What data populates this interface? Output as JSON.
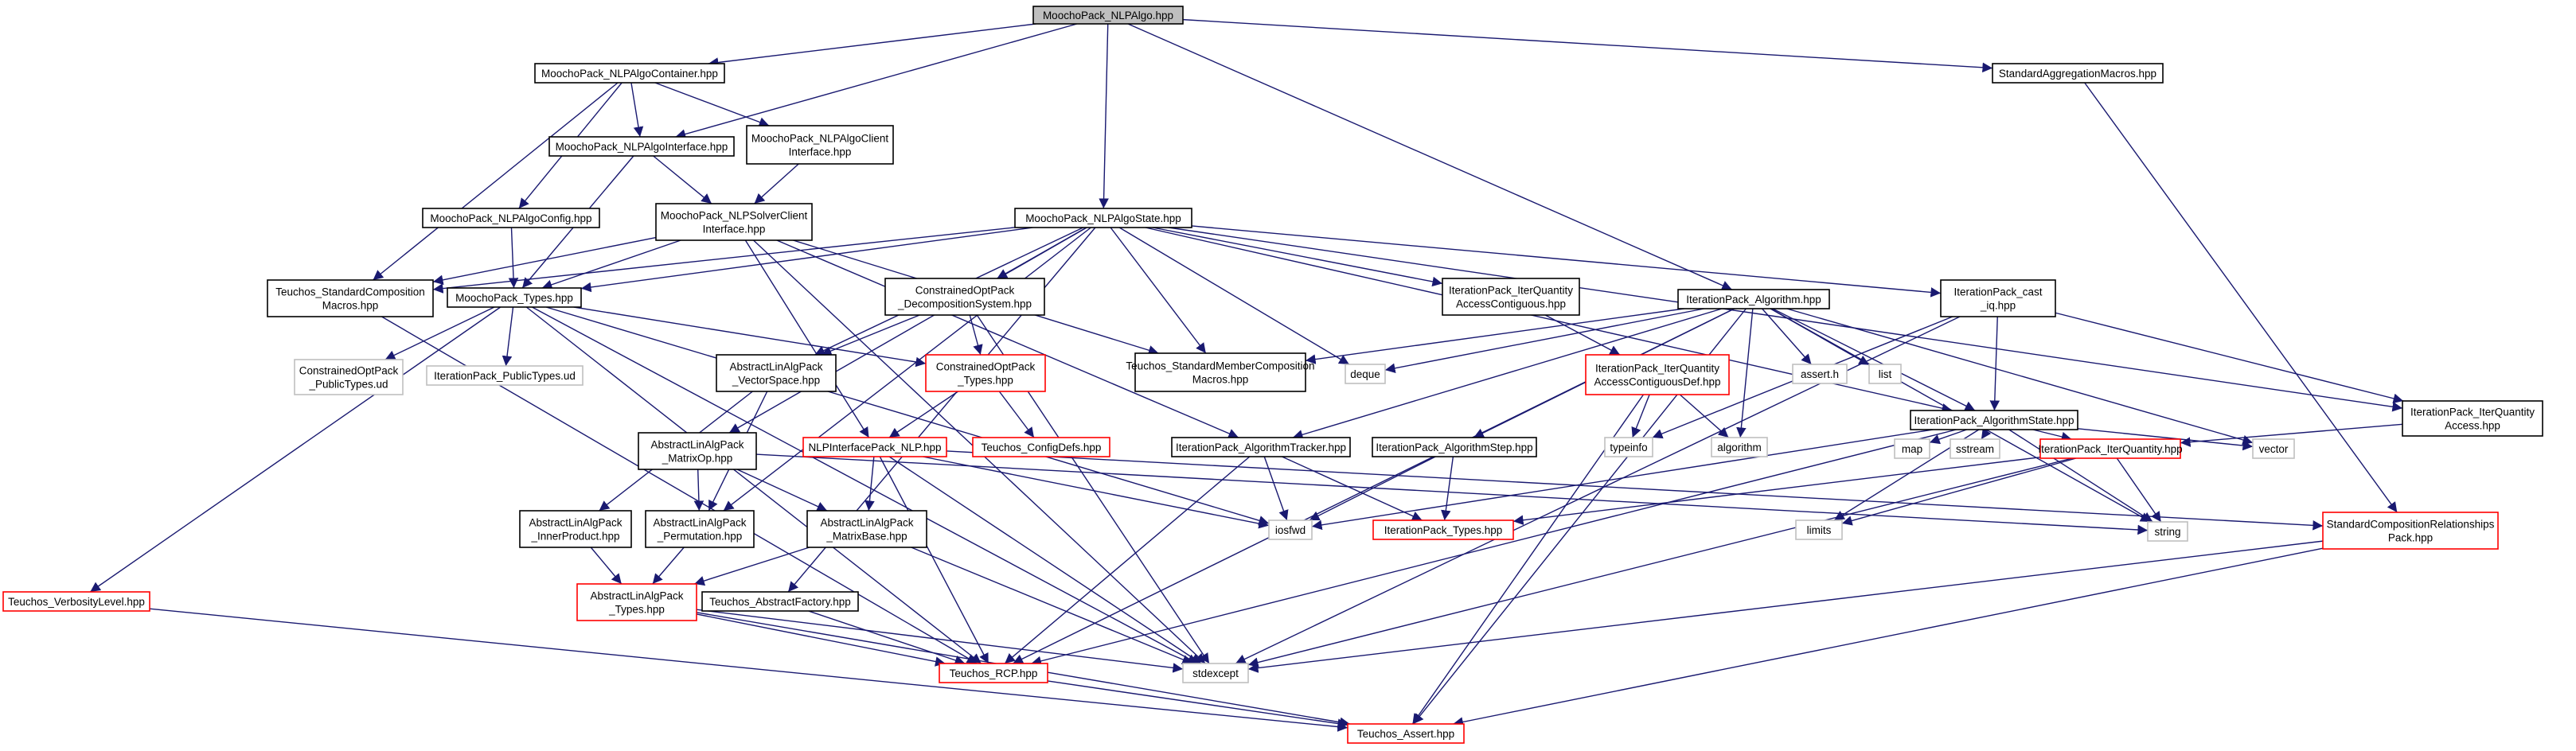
{
  "colors": {
    "edge": "#191970",
    "root_fill": "#bfbfbf",
    "normal_border": "#000000",
    "missing_border": "#ff0000",
    "system_border": "#bfbfbf"
  },
  "nodes": [
    {
      "id": "algo",
      "kind": "root",
      "lines": [
        "MoochoPack_NLPAlgo.hpp"
      ]
    },
    {
      "id": "container",
      "kind": "normal",
      "lines": [
        "MoochoPack_NLPAlgoContainer.hpp"
      ]
    },
    {
      "id": "aggmacros",
      "kind": "normal",
      "lines": [
        "StandardAggregationMacros.hpp"
      ]
    },
    {
      "id": "iface",
      "kind": "normal",
      "lines": [
        "MoochoPack_NLPAlgoInterface.hpp"
      ]
    },
    {
      "id": "clientif",
      "kind": "normal",
      "lines": [
        "MoochoPack_NLPAlgoClient",
        "Interface.hpp"
      ]
    },
    {
      "id": "config",
      "kind": "normal",
      "lines": [
        "MoochoPack_NLPAlgoConfig.hpp"
      ]
    },
    {
      "id": "solverclient",
      "kind": "normal",
      "lines": [
        "MoochoPack_NLPSolverClient",
        "Interface.hpp"
      ]
    },
    {
      "id": "state",
      "kind": "normal",
      "lines": [
        "MoochoPack_NLPAlgoState.hpp"
      ]
    },
    {
      "id": "stdcomp",
      "kind": "normal",
      "lines": [
        "Teuchos_StandardComposition",
        "Macros.hpp"
      ]
    },
    {
      "id": "types",
      "kind": "normal",
      "lines": [
        "MoochoPack_Types.hpp"
      ]
    },
    {
      "id": "copt_pub",
      "kind": "system",
      "lines": [
        "ConstrainedOptPack",
        "_PublicTypes.ud"
      ]
    },
    {
      "id": "iter_pub",
      "kind": "system",
      "lines": [
        "IterationPack_PublicTypes.ud"
      ]
    },
    {
      "id": "decomp",
      "kind": "normal",
      "lines": [
        "ConstrainedOptPack",
        "_DecompositionSystem.hpp"
      ]
    },
    {
      "id": "iqcontig",
      "kind": "normal",
      "lines": [
        "IterationPack_IterQuantity",
        "AccessContiguous.hpp"
      ]
    },
    {
      "id": "algorithm_hpp",
      "kind": "normal",
      "lines": [
        "IterationPack_Algorithm.hpp"
      ]
    },
    {
      "id": "cast_iq",
      "kind": "normal",
      "lines": [
        "IterationPack_cast",
        "_iq.hpp"
      ]
    },
    {
      "id": "iqaccess",
      "kind": "normal",
      "lines": [
        "IterationPack_IterQuantity",
        "Access.hpp"
      ]
    },
    {
      "id": "vecspace",
      "kind": "normal",
      "lines": [
        "AbstractLinAlgPack",
        "_VectorSpace.hpp"
      ]
    },
    {
      "id": "copt_types",
      "kind": "missing",
      "lines": [
        "ConstrainedOptPack",
        "_Types.hpp"
      ]
    },
    {
      "id": "stdmember",
      "kind": "normal",
      "lines": [
        "Teuchos_StandardMemberComposition",
        "Macros.hpp"
      ]
    },
    {
      "id": "deque",
      "kind": "system",
      "lines": [
        "deque"
      ]
    },
    {
      "id": "iqcontigdef",
      "kind": "missing",
      "lines": [
        "IterationPack_IterQuantity",
        "AccessContiguousDef.hpp"
      ]
    },
    {
      "id": "asserth",
      "kind": "system",
      "lines": [
        "assert.h"
      ]
    },
    {
      "id": "list",
      "kind": "system",
      "lines": [
        "list"
      ]
    },
    {
      "id": "algstate",
      "kind": "normal",
      "lines": [
        "IterationPack_AlgorithmState.hpp"
      ]
    },
    {
      "id": "configdefs",
      "kind": "missing",
      "lines": [
        "Teuchos_ConfigDefs.hpp"
      ]
    },
    {
      "id": "nlp",
      "kind": "missing",
      "lines": [
        "NLPInterfacePack_NLP.hpp"
      ]
    },
    {
      "id": "matrixop",
      "kind": "normal",
      "lines": [
        "AbstractLinAlgPack",
        "_MatrixOp.hpp"
      ]
    },
    {
      "id": "tracker",
      "kind": "normal",
      "lines": [
        "IterationPack_AlgorithmTracker.hpp"
      ]
    },
    {
      "id": "step",
      "kind": "normal",
      "lines": [
        "IterationPack_AlgorithmStep.hpp"
      ]
    },
    {
      "id": "typeinfo",
      "kind": "system",
      "lines": [
        "typeinfo"
      ]
    },
    {
      "id": "algorithm",
      "kind": "system",
      "lines": [
        "algorithm"
      ]
    },
    {
      "id": "map",
      "kind": "system",
      "lines": [
        "map"
      ]
    },
    {
      "id": "sstream",
      "kind": "system",
      "lines": [
        "sstream"
      ]
    },
    {
      "id": "iterquantity",
      "kind": "missing",
      "lines": [
        "IterationPack_IterQuantity.hpp"
      ]
    },
    {
      "id": "vector",
      "kind": "system",
      "lines": [
        "vector"
      ]
    },
    {
      "id": "innerprod",
      "kind": "normal",
      "lines": [
        "AbstractLinAlgPack",
        "_InnerProduct.hpp"
      ]
    },
    {
      "id": "perm",
      "kind": "normal",
      "lines": [
        "AbstractLinAlgPack",
        "_Permutation.hpp"
      ]
    },
    {
      "id": "matrixbase",
      "kind": "normal",
      "lines": [
        "AbstractLinAlgPack",
        "_MatrixBase.hpp"
      ]
    },
    {
      "id": "iosfwd",
      "kind": "system",
      "lines": [
        "iosfwd"
      ]
    },
    {
      "id": "itertypes",
      "kind": "missing",
      "lines": [
        "IterationPack_Types.hpp"
      ]
    },
    {
      "id": "limits",
      "kind": "system",
      "lines": [
        "limits"
      ]
    },
    {
      "id": "string",
      "kind": "system",
      "lines": [
        "string"
      ]
    },
    {
      "id": "stdcomprel",
      "kind": "missing",
      "lines": [
        "StandardCompositionRelationships",
        "Pack.hpp"
      ]
    },
    {
      "id": "verbosity",
      "kind": "missing",
      "lines": [
        "Teuchos_VerbosityLevel.hpp"
      ]
    },
    {
      "id": "alatypes",
      "kind": "missing",
      "lines": [
        "AbstractLinAlgPack",
        "_Types.hpp"
      ]
    },
    {
      "id": "absfactory",
      "kind": "normal",
      "lines": [
        "Teuchos_AbstractFactory.hpp"
      ]
    },
    {
      "id": "rcp",
      "kind": "missing",
      "lines": [
        "Teuchos_RCP.hpp"
      ]
    },
    {
      "id": "stdexcept",
      "kind": "system",
      "lines": [
        "stdexcept"
      ]
    },
    {
      "id": "asserthpp",
      "kind": "missing",
      "lines": [
        "Teuchos_Assert.hpp"
      ]
    }
  ],
  "edges": [
    [
      "algo",
      "container"
    ],
    [
      "algo",
      "aggmacros"
    ],
    [
      "algo",
      "iface"
    ],
    [
      "algo",
      "state"
    ],
    [
      "algo",
      "algorithm_hpp"
    ],
    [
      "container",
      "iface"
    ],
    [
      "container",
      "clientif"
    ],
    [
      "container",
      "config"
    ],
    [
      "container",
      "stdcomp"
    ],
    [
      "aggmacros",
      "stdcomprel"
    ],
    [
      "iface",
      "solverclient"
    ],
    [
      "iface",
      "types"
    ],
    [
      "clientif",
      "solverclient"
    ],
    [
      "config",
      "types"
    ],
    [
      "solverclient",
      "stdcomp"
    ],
    [
      "solverclient",
      "types"
    ],
    [
      "solverclient",
      "nlp"
    ],
    [
      "solverclient",
      "stdmember"
    ],
    [
      "solverclient",
      "tracker"
    ],
    [
      "solverclient",
      "stdexcept"
    ],
    [
      "state",
      "stdcomp"
    ],
    [
      "state",
      "types"
    ],
    [
      "state",
      "decomp"
    ],
    [
      "state",
      "iqcontig"
    ],
    [
      "state",
      "cast_iq"
    ],
    [
      "state",
      "iqaccess"
    ],
    [
      "state",
      "vecspace"
    ],
    [
      "state",
      "stdmember"
    ],
    [
      "state",
      "deque"
    ],
    [
      "state",
      "algstate"
    ],
    [
      "state",
      "matrixop"
    ],
    [
      "state",
      "perm"
    ],
    [
      "state",
      "absfactory"
    ],
    [
      "stdcomp",
      "rcp"
    ],
    [
      "types",
      "copt_pub"
    ],
    [
      "types",
      "iter_pub"
    ],
    [
      "types",
      "copt_types"
    ],
    [
      "types",
      "verbosity"
    ],
    [
      "types",
      "iosfwd"
    ],
    [
      "types",
      "rcp"
    ],
    [
      "types",
      "stdexcept"
    ],
    [
      "decomp",
      "vecspace"
    ],
    [
      "decomp",
      "copt_types"
    ],
    [
      "decomp",
      "stdexcept"
    ],
    [
      "iqcontig",
      "iqcontigdef"
    ],
    [
      "algorithm_hpp",
      "stdmember"
    ],
    [
      "algorithm_hpp",
      "deque"
    ],
    [
      "algorithm_hpp",
      "asserth"
    ],
    [
      "algorithm_hpp",
      "list"
    ],
    [
      "algorithm_hpp",
      "algstate"
    ],
    [
      "algorithm_hpp",
      "tracker"
    ],
    [
      "algorithm_hpp",
      "step"
    ],
    [
      "algorithm_hpp",
      "algorithm"
    ],
    [
      "algorithm_hpp",
      "rcp"
    ],
    [
      "algorithm_hpp",
      "string"
    ],
    [
      "algorithm_hpp",
      "vector"
    ],
    [
      "algorithm_hpp",
      "asserthpp"
    ],
    [
      "cast_iq",
      "algstate"
    ],
    [
      "cast_iq",
      "iqaccess"
    ],
    [
      "cast_iq",
      "typeinfo"
    ],
    [
      "cast_iq",
      "stdexcept"
    ],
    [
      "iqaccess",
      "iterquantity"
    ],
    [
      "vecspace",
      "innerprod"
    ],
    [
      "vecspace",
      "perm"
    ],
    [
      "copt_types",
      "nlp"
    ],
    [
      "copt_types",
      "configdefs"
    ],
    [
      "iqcontigdef",
      "typeinfo"
    ],
    [
      "iqcontigdef",
      "algorithm"
    ],
    [
      "iqcontigdef",
      "asserthpp"
    ],
    [
      "algstate",
      "iterquantity"
    ],
    [
      "algstate",
      "map"
    ],
    [
      "algstate",
      "sstream"
    ],
    [
      "algstate",
      "vector"
    ],
    [
      "algstate",
      "string"
    ],
    [
      "algstate",
      "iosfwd"
    ],
    [
      "algstate",
      "limits"
    ],
    [
      "algstate",
      "rcp"
    ],
    [
      "nlp",
      "matrixbase"
    ],
    [
      "nlp",
      "rcp"
    ],
    [
      "nlp",
      "stdexcept"
    ],
    [
      "nlp",
      "stdcomprel"
    ],
    [
      "nlp",
      "iosfwd"
    ],
    [
      "matrixop",
      "perm"
    ],
    [
      "matrixop",
      "matrixbase"
    ],
    [
      "matrixop",
      "string"
    ],
    [
      "tracker",
      "iosfwd"
    ],
    [
      "tracker",
      "itertypes"
    ],
    [
      "tracker",
      "rcp"
    ],
    [
      "step",
      "iosfwd"
    ],
    [
      "step",
      "itertypes"
    ],
    [
      "iterquantity",
      "string"
    ],
    [
      "iterquantity",
      "itertypes"
    ],
    [
      "iterquantity",
      "stdexcept"
    ],
    [
      "iterquantity",
      "limits"
    ],
    [
      "innerprod",
      "alatypes"
    ],
    [
      "perm",
      "alatypes"
    ],
    [
      "matrixbase",
      "alatypes"
    ],
    [
      "matrixbase",
      "stdexcept"
    ],
    [
      "alatypes",
      "rcp"
    ],
    [
      "alatypes",
      "stdexcept"
    ],
    [
      "alatypes",
      "asserthpp"
    ],
    [
      "absfactory",
      "rcp"
    ],
    [
      "rcp",
      "asserthpp"
    ],
    [
      "verbosity",
      "asserthpp"
    ],
    [
      "stdcomprel",
      "stdexcept"
    ],
    [
      "stdcomprel",
      "asserthpp"
    ]
  ]
}
